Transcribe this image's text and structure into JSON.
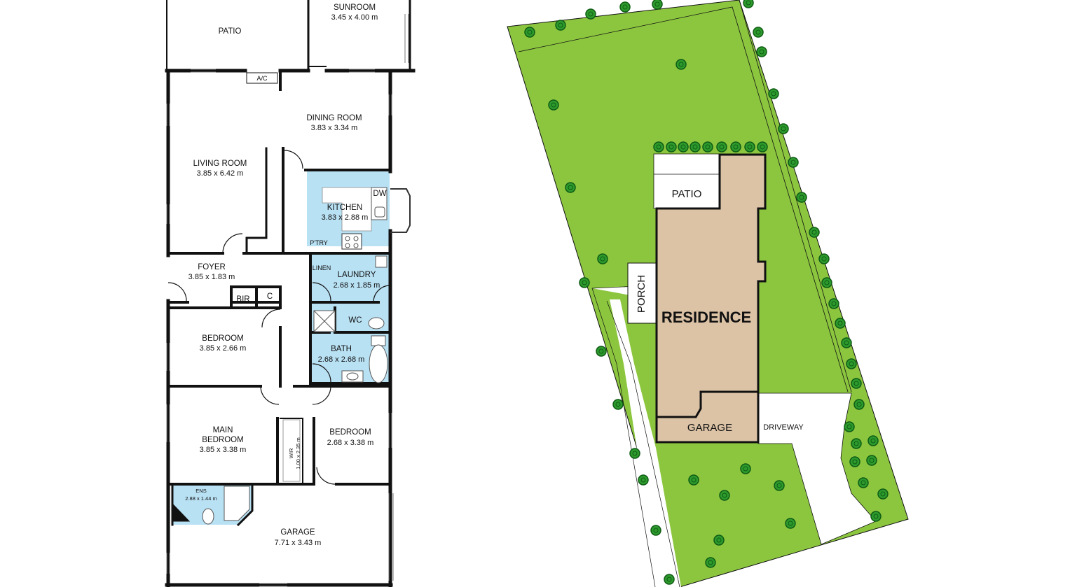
{
  "floorplan": {
    "rooms": [
      {
        "id": "patio",
        "name": "PATIO",
        "dims": ""
      },
      {
        "id": "sunroom",
        "name": "SUNROOM",
        "dims": "3.45 x 4.00 m"
      },
      {
        "id": "ac",
        "name": "A/C",
        "dims": ""
      },
      {
        "id": "dining",
        "name": "DINING ROOM",
        "dims": "3.83 x 3.34 m"
      },
      {
        "id": "living",
        "name": "LIVING ROOM",
        "dims": "3.85 x 6.42 m"
      },
      {
        "id": "kitchen",
        "name": "KITCHEN",
        "dims": "3.83 x 2.88 m"
      },
      {
        "id": "dw",
        "name": "DW",
        "dims": ""
      },
      {
        "id": "pantry",
        "name": "P'TRY",
        "dims": ""
      },
      {
        "id": "foyer",
        "name": "FOYER",
        "dims": "3.85 x 1.83 m"
      },
      {
        "id": "linen",
        "name": "LINEN",
        "dims": ""
      },
      {
        "id": "laundry",
        "name": "LAUNDRY",
        "dims": "2.68 x 1.85 m"
      },
      {
        "id": "bir",
        "name": "BIR",
        "dims": ""
      },
      {
        "id": "cupboard",
        "name": "C",
        "dims": ""
      },
      {
        "id": "wc",
        "name": "WC",
        "dims": ""
      },
      {
        "id": "bedroom1",
        "name": "BEDROOM",
        "dims": "3.85 x 2.66 m"
      },
      {
        "id": "bath",
        "name": "BATH",
        "dims": "2.68 x 2.68 m"
      },
      {
        "id": "mainbed",
        "name": "MAIN BEDROOM",
        "name_lines": [
          "MAIN",
          "BEDROOM"
        ],
        "dims": "3.85 x 3.38 m"
      },
      {
        "id": "wir",
        "name": "WIR",
        "dims": "1.00 x 2.35 m"
      },
      {
        "id": "bedroom2",
        "name": "BEDROOM",
        "dims": "2.68 x 3.38 m"
      },
      {
        "id": "ens",
        "name": "ENS",
        "dims": "2.88 x 1.44 m"
      },
      {
        "id": "garage",
        "name": "GARAGE",
        "dims": "7.71 x 3.43 m"
      }
    ],
    "colors": {
      "wall": "#111111",
      "wet_area": "#b9e1f4",
      "floor": "#ffffff"
    }
  },
  "siteplan": {
    "labels": {
      "residence": "RESIDENCE",
      "patio": "PATIO",
      "porch": "PORCH",
      "garage": "GARAGE",
      "driveway": "DRIVEWAY"
    },
    "colors": {
      "lawn": "#8cc63f",
      "tree": "#2d9a2d",
      "tree_dark": "#0f5c14",
      "residence": "#dcc3a6",
      "outline": "#111111",
      "path": "#ffffff"
    }
  }
}
